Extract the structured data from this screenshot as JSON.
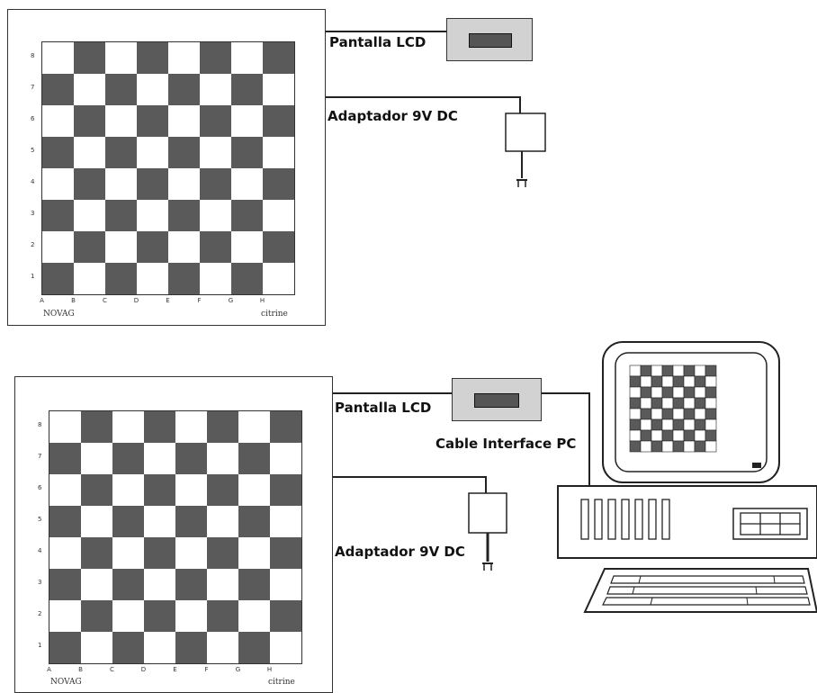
{
  "colors": {
    "dark_square": "#5a5a5a",
    "light_square": "#ffffff",
    "lcd_body": "#d2d2d2",
    "lcd_window": "#555555"
  },
  "board_top": {
    "ranks": [
      "8",
      "7",
      "6",
      "5",
      "4",
      "3",
      "2",
      "1"
    ],
    "files": [
      "A",
      "B",
      "C",
      "D",
      "E",
      "F",
      "G",
      "H"
    ],
    "brand": "NOVAG",
    "model": "citrine"
  },
  "board_bottom": {
    "ranks": [
      "8",
      "7",
      "6",
      "5",
      "4",
      "3",
      "2",
      "1"
    ],
    "files": [
      "A",
      "B",
      "C",
      "D",
      "E",
      "F",
      "G",
      "H"
    ],
    "brand": "NOVAG",
    "model": "citrine"
  },
  "labels": {
    "lcd_top": "Pantalla LCD",
    "adapter_top": "Adaptador 9V DC",
    "lcd_bottom": "Pantalla LCD",
    "cable_pc": "Cable Interface PC",
    "adapter_bottom": "Adaptador 9V DC"
  }
}
